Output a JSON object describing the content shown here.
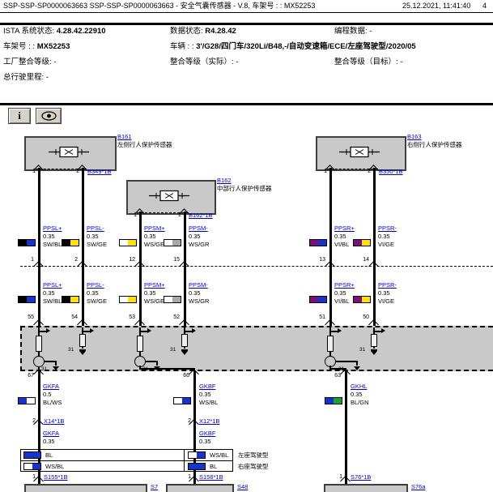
{
  "header": {
    "title": "SSP-SSP-SP0000063663 SSP-SSP-SP0000063663 - 安全气囊传感器 - V.8, 车架号 : : MX52253",
    "datetime": "25.12.2021, 11:41:40",
    "page": "4"
  },
  "info": {
    "ista_label": "ISTA 系统状态:",
    "ista_value": "4.28.42.22910",
    "data_label": "数据状态:",
    "data_value": "R4.28.42",
    "prog_label": "编程数据:",
    "prog_value": "-",
    "vin_label": "车架号 : :",
    "vin_value": "MX52253",
    "vehicle_label": "车辆 : :",
    "vehicle_value": "3'/G28/四门车/320Li/B48,-/自动变速箱/ECE/左座驾驶型/2020/05",
    "factory_label": "工厂整合等级:",
    "factory_value": "-",
    "actual_label": "整合等级（实际）:",
    "actual_value": "-",
    "target_label": "整合等级（目标）:",
    "target_value": "-",
    "mileage_label": "总行驶里程:",
    "mileage_value": "-"
  },
  "toolbar": {
    "info_button": "i",
    "eye_button_icon": "eye-icon"
  },
  "components": [
    {
      "id": "B161",
      "name": "左侧行人保护传感器",
      "connector": "B349*1B",
      "pin1": "1",
      "pin2": "2"
    },
    {
      "id": "B162",
      "name": "中部行人保护传感器",
      "connector": "B162*1B",
      "pin1": "1",
      "pin2": "2"
    },
    {
      "id": "B163",
      "name": "右侧行人保护传感器",
      "connector": "B350*1B",
      "pin1": "1",
      "pin2": "2"
    }
  ],
  "wires": [
    {
      "name": "PPSL+",
      "size": "0.35",
      "color": "SW/BL"
    },
    {
      "name": "PPSL-",
      "size": "0.35",
      "color": "SW/GE"
    },
    {
      "name": "PPSM+",
      "size": "0.35",
      "color": "WS/GE"
    },
    {
      "name": "PPSM-",
      "size": "0.35",
      "color": "WS/GR"
    },
    {
      "name": "PPSR+",
      "size": "0.35",
      "color": "VI/BL"
    },
    {
      "name": "PPSR-",
      "size": "0.35",
      "color": "VI/GE"
    }
  ],
  "pins": {
    "inline": [
      "1",
      "2",
      "12",
      "15",
      "13",
      "14"
    ],
    "cu_top": [
      "55",
      "54",
      "53",
      "52",
      "51",
      "50"
    ],
    "cu_bottom": [
      "67",
      "66",
      "63"
    ],
    "ground": "31"
  },
  "bottom": {
    "left": {
      "wire": {
        "name": "GKFA",
        "size": "0.5",
        "color": "BL/WS"
      },
      "x_pin": "2",
      "x_connector": "X14*1B",
      "wire2": {
        "name": "GKFA",
        "size": "0.35"
      },
      "s_pin": "1",
      "s_connector": "S155*1B",
      "box": "S7"
    },
    "middle": {
      "wire": {
        "name": "GKBF",
        "size": "0.35",
        "color": "WS/BL"
      },
      "x_pin": "2",
      "x_connector": "X12*1B",
      "wire2": {
        "name": "GKBF",
        "size": "0.35"
      },
      "s_pin": "1",
      "s_connector": "S156*1B",
      "box": "S48"
    },
    "right": {
      "wire": {
        "name": "GKHL",
        "size": "0.35",
        "color": "BL/GN"
      },
      "s_pin": "1",
      "s_connector": "S76*1B",
      "box": "S76a"
    }
  },
  "variant_table": {
    "rows": [
      {
        "left": "BL",
        "right": "WS/BL",
        "label": "左座驾驶型"
      },
      {
        "left": "WS/BL",
        "right": "BL",
        "label": "右座驾驶型"
      }
    ]
  },
  "colors": {
    "link": "#0000cc",
    "SW": "#000000",
    "BL": "#1733cf",
    "GE": "#ffe100",
    "WS": "#ffffff",
    "GR": "#a8a8a8",
    "VI": "#7d0f7d",
    "GN": "#13a339",
    "component_fill": "#c9c9c9"
  }
}
